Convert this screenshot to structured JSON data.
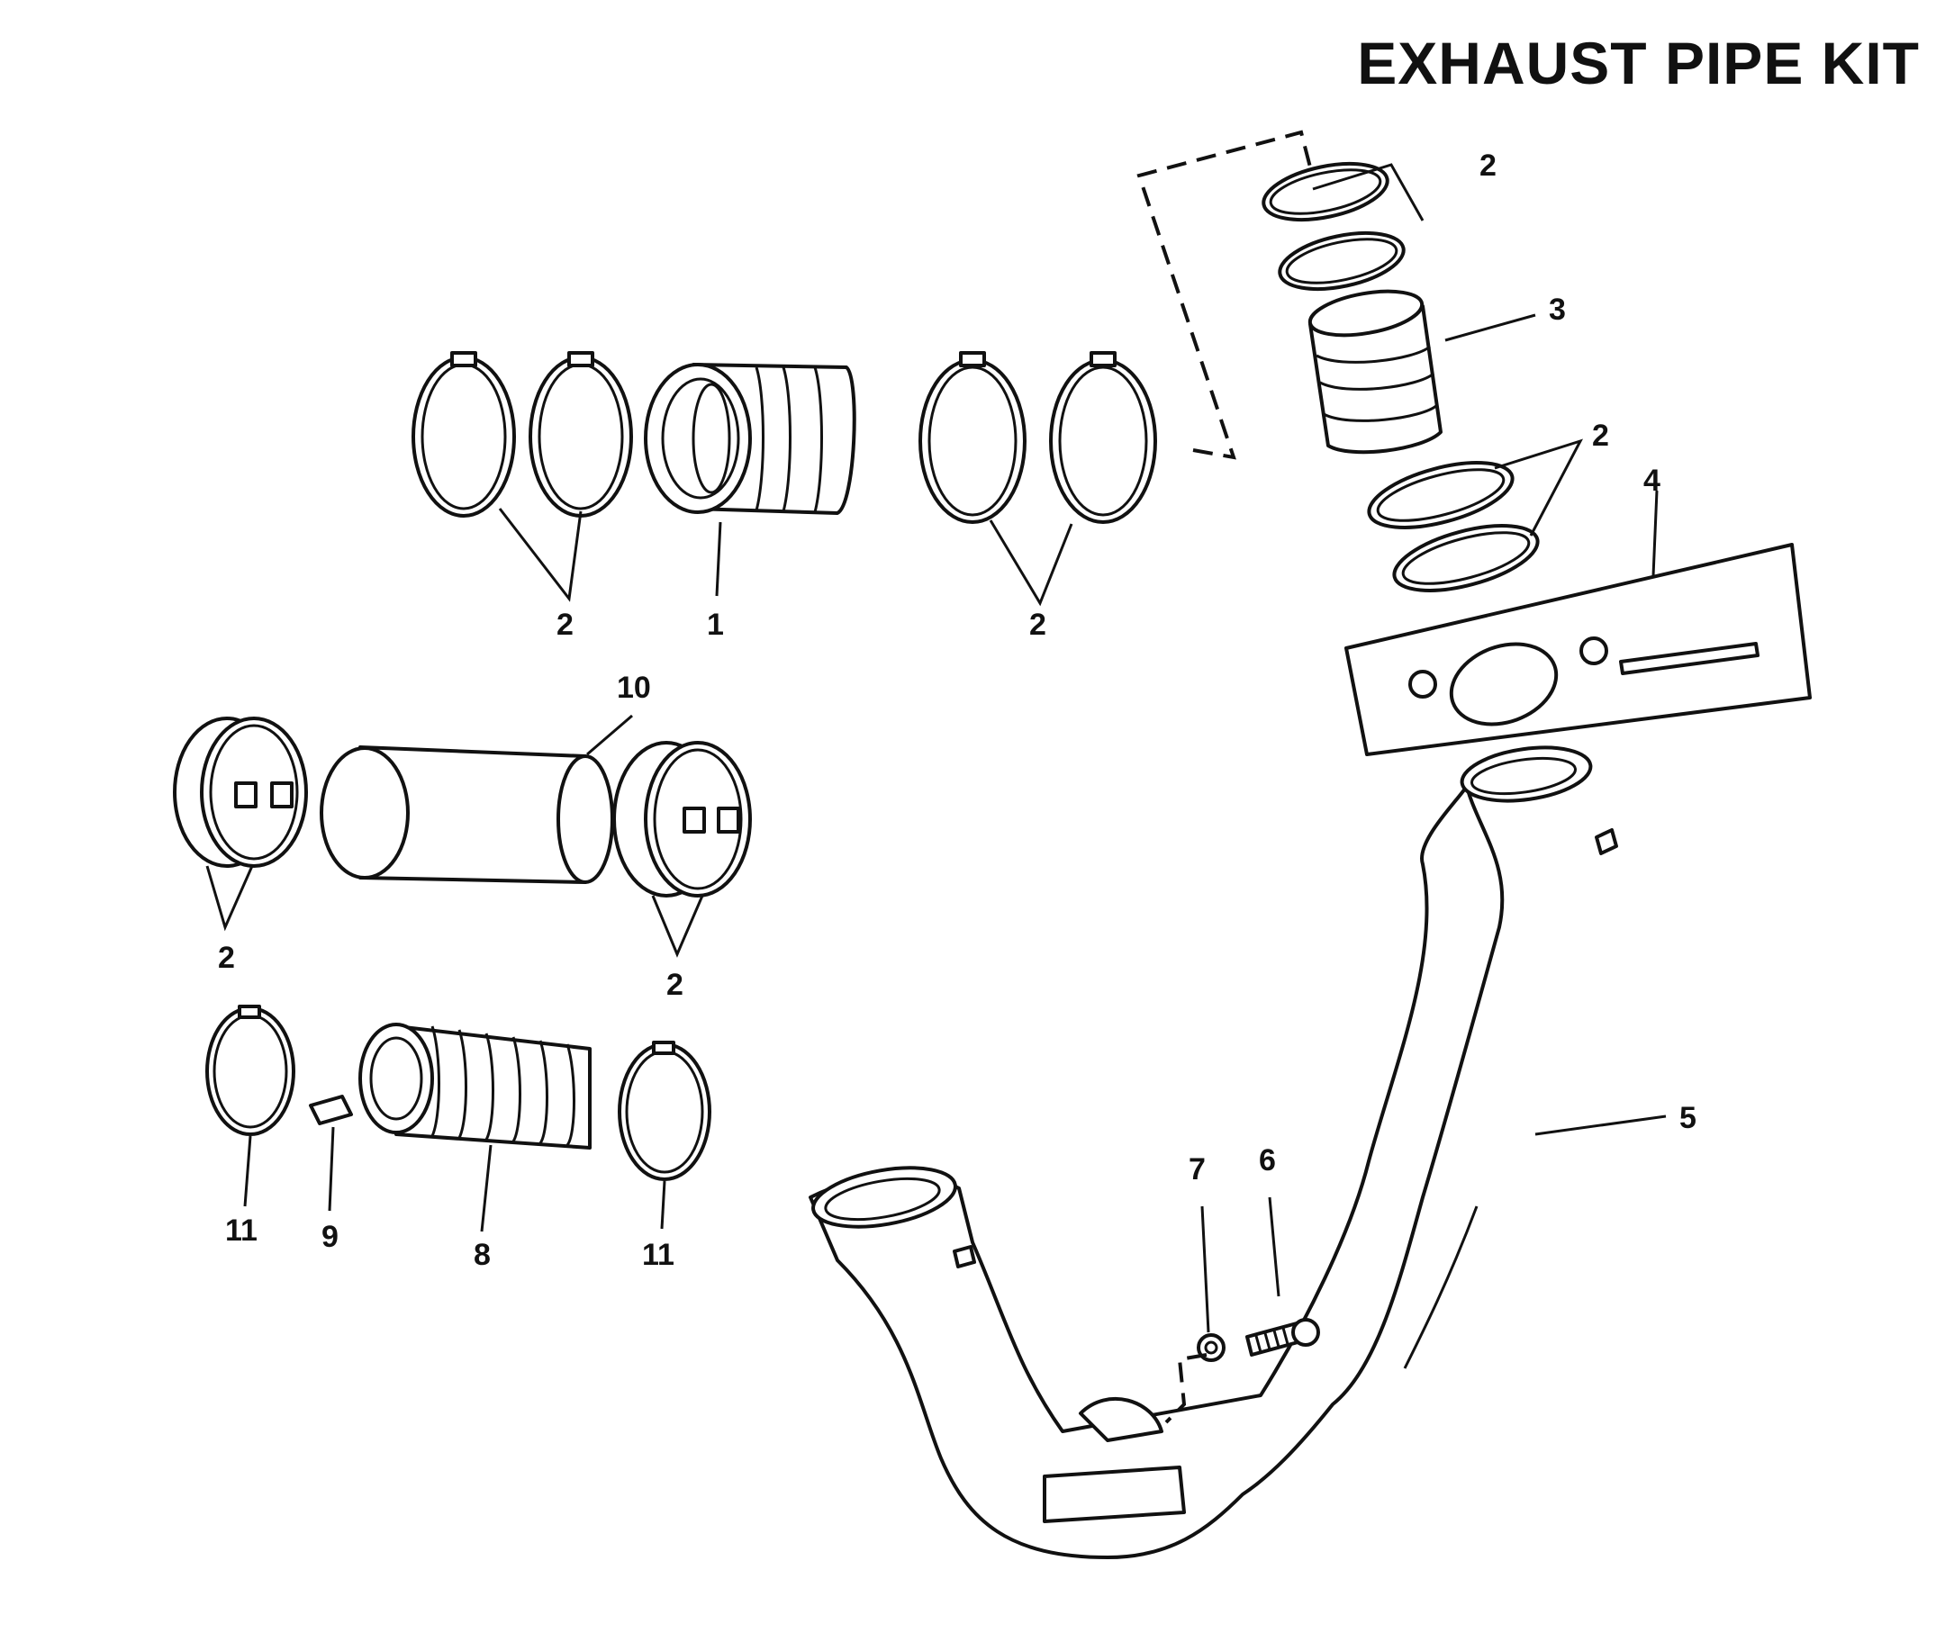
{
  "title": "EXHAUST PIPE KIT",
  "callouts": {
    "c1": "1",
    "c2a": "2",
    "c2b": "2",
    "c2c": "2",
    "c2d": "2",
    "c2e": "2",
    "c2f": "2",
    "c3": "3",
    "c4": "4",
    "c5": "5",
    "c6": "6",
    "c7": "7",
    "c8": "8",
    "c9": "9",
    "c10": "10",
    "c11a": "11",
    "c11b": "11"
  }
}
